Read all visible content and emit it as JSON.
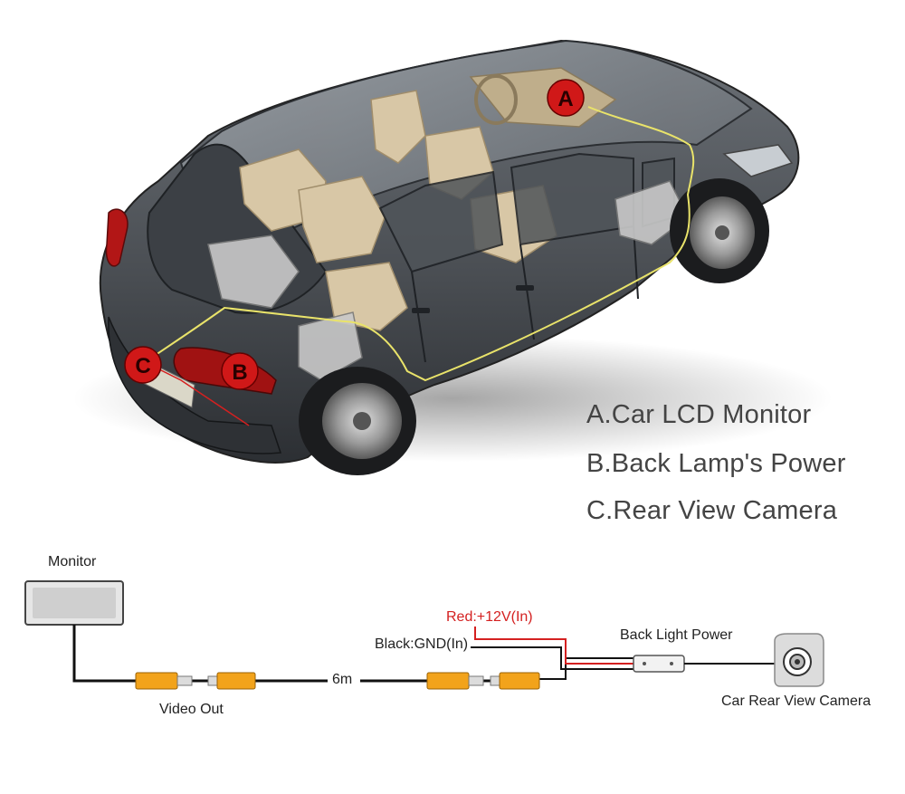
{
  "markers": {
    "a": "A",
    "b": "B",
    "c": "C"
  },
  "legend": {
    "a": "A.Car LCD Monitor",
    "b": "B.Back Lamp's Power",
    "c": "C.Rear View Camera"
  },
  "wiring": {
    "monitor_label": "Monitor",
    "video_out_label": "Video Out",
    "length_label": "6m",
    "red_wire_label": "Red:+12V(In)",
    "black_wire_label": "Black:GND(In)",
    "back_light_label": "Back Light Power",
    "camera_label": "Car Rear View Camera"
  },
  "colors": {
    "marker_red": "#d01818",
    "connector_orange": "#f2a31b",
    "wire_red": "#d42020",
    "harness_yellow": "#e9e36a"
  }
}
